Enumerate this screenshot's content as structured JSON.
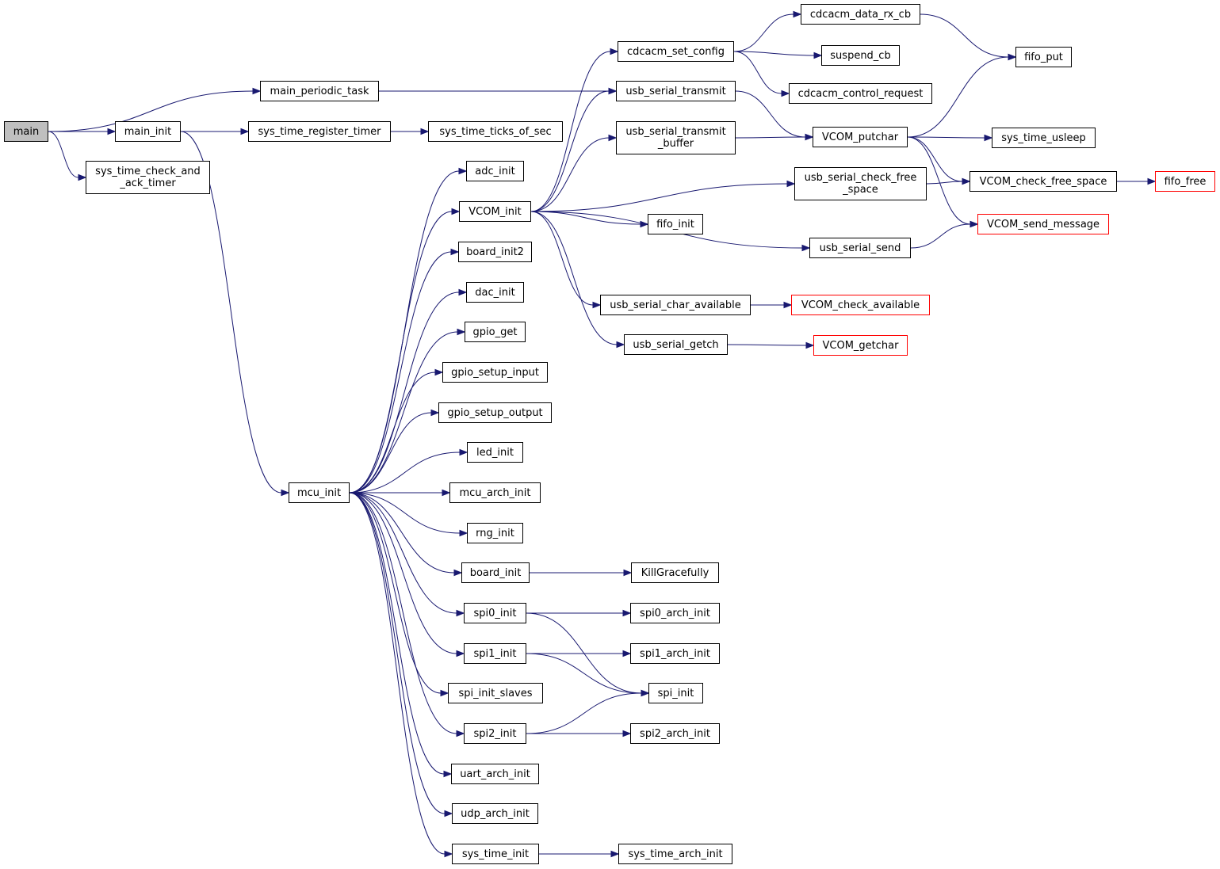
{
  "colors": {
    "edge": "#191970",
    "root_fill": "#bfbfbf",
    "truncated_border": "#ff0000",
    "node_border": "#000000",
    "node_fill": "#ffffff"
  },
  "nodes": [
    {
      "id": "main",
      "label": "main",
      "kind": "root"
    },
    {
      "id": "main_periodic_task",
      "label": "main_periodic_task"
    },
    {
      "id": "main_init",
      "label": "main_init"
    },
    {
      "id": "sys_time_check_and_ack_timer",
      "label": "sys_time_check_and\n_ack_timer"
    },
    {
      "id": "sys_time_register_timer",
      "label": "sys_time_register_timer"
    },
    {
      "id": "sys_time_ticks_of_sec",
      "label": "sys_time_ticks_of_sec"
    },
    {
      "id": "mcu_init",
      "label": "mcu_init"
    },
    {
      "id": "cdcacm_set_config",
      "label": "cdcacm_set_config"
    },
    {
      "id": "usb_serial_transmit",
      "label": "usb_serial_transmit"
    },
    {
      "id": "usb_serial_transmit_buffer",
      "label": "usb_serial_transmit\n_buffer"
    },
    {
      "id": "adc_init",
      "label": "adc_init"
    },
    {
      "id": "VCOM_init",
      "label": "VCOM_init"
    },
    {
      "id": "board_init2",
      "label": "board_init2"
    },
    {
      "id": "dac_init",
      "label": "dac_init"
    },
    {
      "id": "gpio_get",
      "label": "gpio_get"
    },
    {
      "id": "gpio_setup_input",
      "label": "gpio_setup_input"
    },
    {
      "id": "gpio_setup_output",
      "label": "gpio_setup_output"
    },
    {
      "id": "led_init",
      "label": "led_init"
    },
    {
      "id": "mcu_arch_init",
      "label": "mcu_arch_init"
    },
    {
      "id": "rng_init",
      "label": "rng_init"
    },
    {
      "id": "board_init",
      "label": "board_init"
    },
    {
      "id": "spi0_init",
      "label": "spi0_init"
    },
    {
      "id": "spi1_init",
      "label": "spi1_init"
    },
    {
      "id": "spi_init_slaves",
      "label": "spi_init_slaves"
    },
    {
      "id": "spi2_init",
      "label": "spi2_init"
    },
    {
      "id": "uart_arch_init",
      "label": "uart_arch_init"
    },
    {
      "id": "udp_arch_init",
      "label": "udp_arch_init"
    },
    {
      "id": "sys_time_init",
      "label": "sys_time_init"
    },
    {
      "id": "cdcacm_data_rx_cb",
      "label": "cdcacm_data_rx_cb"
    },
    {
      "id": "suspend_cb",
      "label": "suspend_cb"
    },
    {
      "id": "cdcacm_control_request",
      "label": "cdcacm_control_request"
    },
    {
      "id": "VCOM_putchar",
      "label": "VCOM_putchar"
    },
    {
      "id": "usb_serial_check_free_space",
      "label": "usb_serial_check_free\n_space"
    },
    {
      "id": "fifo_init",
      "label": "fifo_init"
    },
    {
      "id": "usb_serial_send",
      "label": "usb_serial_send"
    },
    {
      "id": "usb_serial_char_available",
      "label": "usb_serial_char_available"
    },
    {
      "id": "usb_serial_getch",
      "label": "usb_serial_getch"
    },
    {
      "id": "KillGracefully",
      "label": "KillGracefully"
    },
    {
      "id": "spi0_arch_init",
      "label": "spi0_arch_init"
    },
    {
      "id": "spi1_arch_init",
      "label": "spi1_arch_init"
    },
    {
      "id": "spi_init",
      "label": "spi_init"
    },
    {
      "id": "spi2_arch_init",
      "label": "spi2_arch_init"
    },
    {
      "id": "sys_time_arch_init",
      "label": "sys_time_arch_init"
    },
    {
      "id": "fifo_put",
      "label": "fifo_put"
    },
    {
      "id": "sys_time_usleep",
      "label": "sys_time_usleep"
    },
    {
      "id": "VCOM_check_free_space",
      "label": "VCOM_check_free_space"
    },
    {
      "id": "VCOM_send_message",
      "label": "VCOM_send_message",
      "kind": "truncated"
    },
    {
      "id": "VCOM_check_available",
      "label": "VCOM_check_available",
      "kind": "truncated"
    },
    {
      "id": "VCOM_getchar",
      "label": "VCOM_getchar",
      "kind": "truncated"
    },
    {
      "id": "fifo_free",
      "label": "fifo_free",
      "kind": "truncated"
    }
  ],
  "edges": [
    [
      "main",
      "main_periodic_task"
    ],
    [
      "main",
      "main_init"
    ],
    [
      "main",
      "sys_time_check_and_ack_timer"
    ],
    [
      "main_periodic_task",
      "usb_serial_transmit"
    ],
    [
      "main_init",
      "sys_time_register_timer"
    ],
    [
      "main_init",
      "mcu_init"
    ],
    [
      "sys_time_register_timer",
      "sys_time_ticks_of_sec"
    ],
    [
      "mcu_init",
      "adc_init"
    ],
    [
      "mcu_init",
      "VCOM_init"
    ],
    [
      "mcu_init",
      "board_init2"
    ],
    [
      "mcu_init",
      "dac_init"
    ],
    [
      "mcu_init",
      "gpio_get"
    ],
    [
      "mcu_init",
      "gpio_setup_input"
    ],
    [
      "mcu_init",
      "gpio_setup_output"
    ],
    [
      "mcu_init",
      "led_init"
    ],
    [
      "mcu_init",
      "mcu_arch_init"
    ],
    [
      "mcu_init",
      "rng_init"
    ],
    [
      "mcu_init",
      "board_init"
    ],
    [
      "mcu_init",
      "spi0_init"
    ],
    [
      "mcu_init",
      "spi1_init"
    ],
    [
      "mcu_init",
      "spi_init_slaves"
    ],
    [
      "mcu_init",
      "spi2_init"
    ],
    [
      "mcu_init",
      "uart_arch_init"
    ],
    [
      "mcu_init",
      "udp_arch_init"
    ],
    [
      "mcu_init",
      "sys_time_init"
    ],
    [
      "VCOM_init",
      "cdcacm_set_config"
    ],
    [
      "VCOM_init",
      "usb_serial_transmit"
    ],
    [
      "VCOM_init",
      "usb_serial_transmit_buffer"
    ],
    [
      "VCOM_init",
      "usb_serial_check_free_space"
    ],
    [
      "VCOM_init",
      "fifo_init"
    ],
    [
      "VCOM_init",
      "usb_serial_send"
    ],
    [
      "VCOM_init",
      "usb_serial_char_available"
    ],
    [
      "VCOM_init",
      "usb_serial_getch"
    ],
    [
      "cdcacm_set_config",
      "cdcacm_data_rx_cb"
    ],
    [
      "cdcacm_set_config",
      "suspend_cb"
    ],
    [
      "cdcacm_set_config",
      "cdcacm_control_request"
    ],
    [
      "cdcacm_data_rx_cb",
      "fifo_put"
    ],
    [
      "usb_serial_transmit",
      "VCOM_putchar"
    ],
    [
      "usb_serial_transmit_buffer",
      "VCOM_putchar"
    ],
    [
      "VCOM_putchar",
      "fifo_put"
    ],
    [
      "VCOM_putchar",
      "sys_time_usleep"
    ],
    [
      "VCOM_putchar",
      "VCOM_check_free_space"
    ],
    [
      "VCOM_putchar",
      "VCOM_send_message"
    ],
    [
      "usb_serial_check_free_space",
      "VCOM_check_free_space"
    ],
    [
      "VCOM_check_free_space",
      "fifo_free"
    ],
    [
      "usb_serial_send",
      "VCOM_send_message"
    ],
    [
      "usb_serial_char_available",
      "VCOM_check_available"
    ],
    [
      "usb_serial_getch",
      "VCOM_getchar"
    ],
    [
      "board_init",
      "KillGracefully"
    ],
    [
      "spi0_init",
      "spi0_arch_init"
    ],
    [
      "spi0_init",
      "spi_init"
    ],
    [
      "spi1_init",
      "spi1_arch_init"
    ],
    [
      "spi1_init",
      "spi_init"
    ],
    [
      "spi2_init",
      "spi_init"
    ],
    [
      "spi2_init",
      "spi2_arch_init"
    ],
    [
      "sys_time_init",
      "sys_time_arch_init"
    ]
  ]
}
